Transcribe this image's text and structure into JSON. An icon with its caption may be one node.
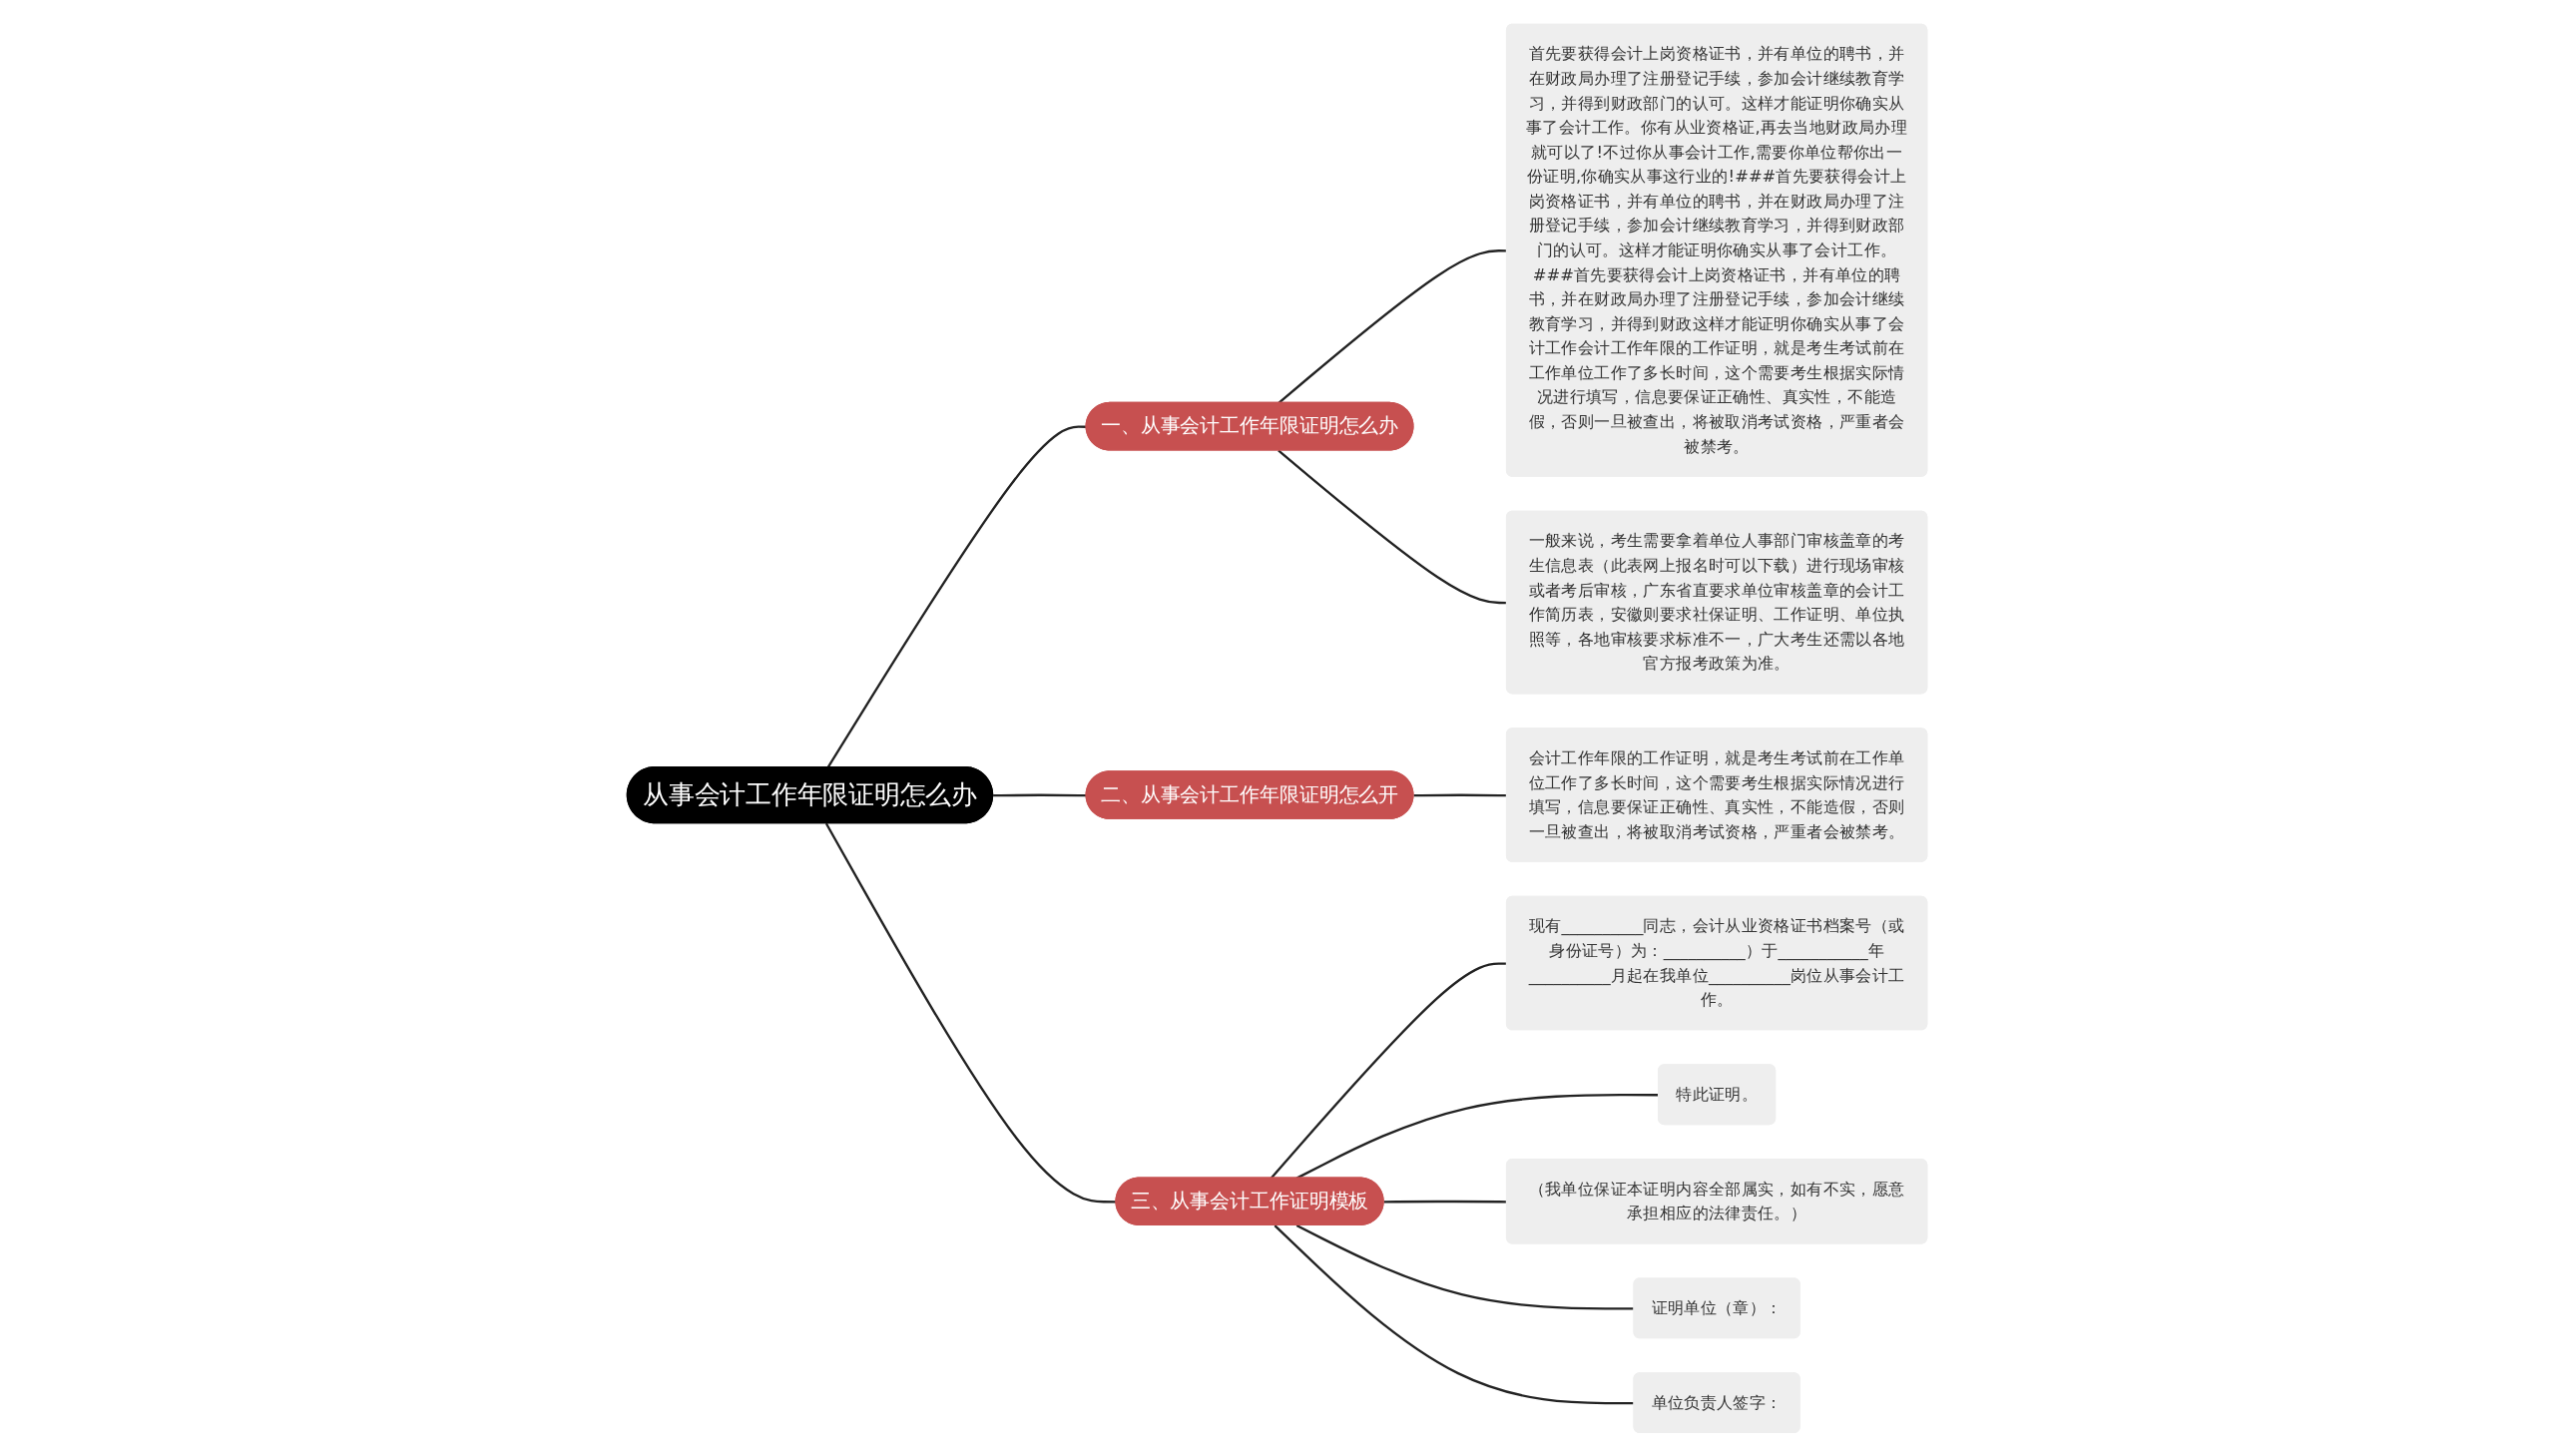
{
  "diagram": {
    "nodes": [
      {
        "text": [
          "从事会计工作年限证明怎么办"
        ]
      },
      {
        "text": [
          "一、从事会计工作年限证明怎么办"
        ]
      },
      {
        "text": [
          "首先要获得会计上岗资格证书，并有单位的聘书，并在财政局办理了注册登记手续，参加会计继续教育学习，并得到财政部门的认可。这样才能证明你确实从事了会计工作。你有从业资格证,再去当地财政局办理就可以了!不过你从事会计工作,需要你单位帮你出一份证明,你确实从事这行业的!###首先要获得会计上岗资格证书，并有单位的聘书，并在财政局办理了注册登记手续，参加会计继续教育学习，并得到财政部门的认可。这样才能证明你确实从事了会计工作。###首先要获得会计上岗资格证书，并有单位的聘书，并在财政局办理了注册登记手续，参加会计继续教育学习，并得到财政这样才能证明你确实从事了会计工作会计工作年限的工作证明，就是考生考试前在工作单位工作了多长时间，这个需要考生根据实际情况进行填写，信息要保证正确性、真实性，不能造假，否则一旦被查出，将被取消考试资格，严重者会被禁考。"
        ]
      },
      {
        "text": [
          "一般来说，考生需要拿着单位人事部门审核盖章的考生信息表（此表网上报名时可以下载）进行现场审核或者考后审核，广东省直要求单位审核盖章的会计工作简历表，安徽则要求社保证明、工作证明、单位执照等，各地审核要求标准不一，广大考生还需以各地官方报考政策为准。"
        ]
      },
      {
        "text": [
          "二、从事会计工作年限证明怎么开"
        ]
      },
      {
        "text": [
          "会计工作年限的工作证明，就是考生考试前在工作单位工作了多长时间，这个需要考生根据实际情况进行填写，信息要保证正确性、真实性，不能造假，否则一旦被查出，将被取消考试资格，严重者会被禁考。"
        ]
      },
      {
        "text": [
          "三、从事会计工作证明模板"
        ]
      },
      {
        "text": [
          "现有__________同志，会计从业资格证书档案号（或身份证号）为：__________）于___________年__________月起在我单位__________岗位从事会计工作。"
        ]
      },
      {
        "text": [
          "特此证明。"
        ]
      },
      {
        "text": [
          "（我单位保证本证明内容全部属实，如有不实，愿意承担相应的法律责任。）"
        ]
      },
      {
        "text": [
          "证明单位（章）："
        ]
      },
      {
        "text": [
          "单位负责人签字："
        ]
      }
    ],
    "edges": [
      {
        "from": 0,
        "to": 1,
        "arrow": "none"
      },
      {
        "from": 1,
        "to": 2,
        "arrow": "none"
      },
      {
        "from": 1,
        "to": 3,
        "arrow": "none"
      },
      {
        "from": 0,
        "to": 4,
        "arrow": "none"
      },
      {
        "from": 4,
        "to": 5,
        "arrow": "none"
      },
      {
        "from": 0,
        "to": 6,
        "arrow": "none"
      },
      {
        "from": 6,
        "to": 7,
        "arrow": "none"
      },
      {
        "from": 6,
        "to": 8,
        "arrow": "none"
      },
      {
        "from": 6,
        "to": 9,
        "arrow": "none"
      },
      {
        "from": 6,
        "to": 10,
        "arrow": "none"
      },
      {
        "from": 6,
        "to": 11,
        "arrow": "none"
      }
    ]
  }
}
